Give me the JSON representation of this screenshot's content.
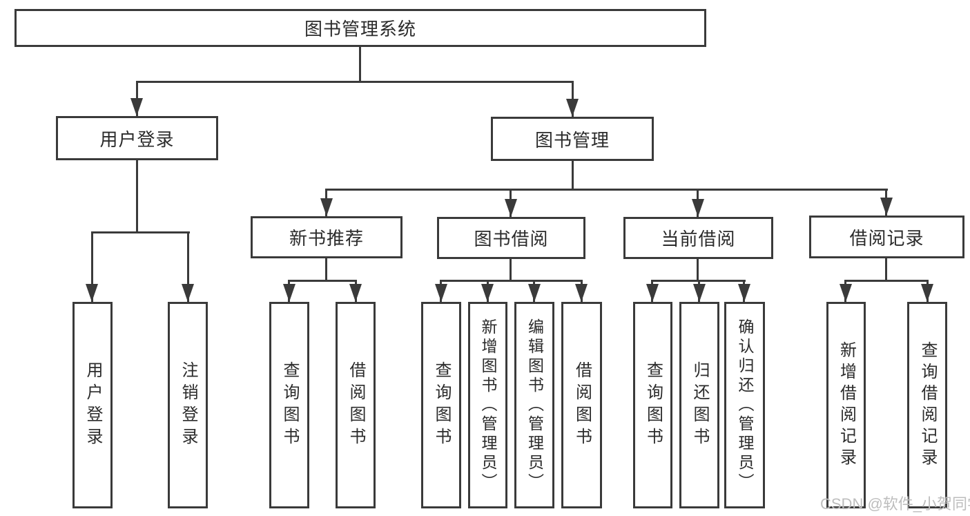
{
  "diagram": {
    "nodes": {
      "root": "图书管理系统",
      "user_login": "用户登录",
      "book_mgmt": "图书管理",
      "new_book_rec": "新书推荐",
      "book_borrow": "图书借阅",
      "current_borrow": "当前借阅",
      "borrow_records": "借阅记录",
      "leaf_user_login": "用户登录",
      "leaf_logout": "注销登录",
      "leaf_query_book_1": "查询图书",
      "leaf_borrow_book_1": "借阅图书",
      "leaf_query_book_2": "查询图书",
      "leaf_add_book": "新增图书（管理员）",
      "leaf_edit_book": "编辑图书（管理员）",
      "leaf_borrow_book_2": "借阅图书",
      "leaf_query_book_3": "查询图书",
      "leaf_return_book": "归还图书",
      "leaf_confirm_return": "确认归还（管理员）",
      "leaf_add_borrow_record": "新增借阅记录",
      "leaf_query_borrow_record": "查询借阅记录"
    },
    "colors": {
      "line": "#3a3a3a",
      "text": "#2b2b2b",
      "watermark": "#bdbdbd"
    }
  },
  "watermark": "CSDN @软件_小贺同学"
}
